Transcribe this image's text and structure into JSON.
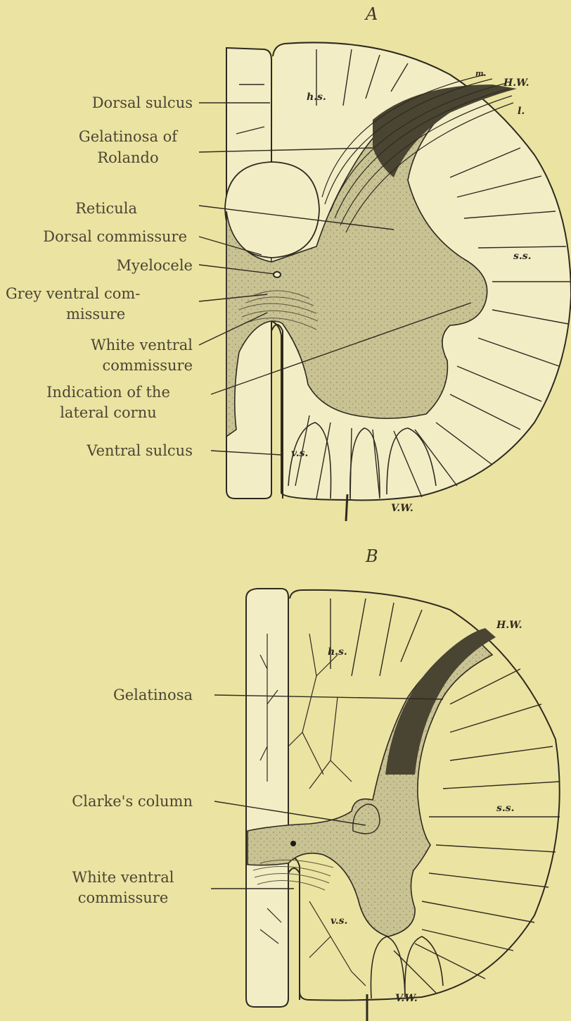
{
  "panels": [
    {
      "id": "A",
      "letter": "A",
      "labels": [
        "Dorsal sulcus",
        "Gelatinosa of",
        "Rolando",
        "Reticula",
        "Dorsal commissure",
        "Myelocele",
        "Grey ventral com-",
        "missure",
        "White ventral",
        "commissure",
        "Indication of the",
        "lateral cornu",
        "Ventral sulcus"
      ],
      "abbreviations": {
        "hs": "h.s.",
        "hw": "H.W.",
        "m": "m.",
        "l": "l.",
        "ss": "s.s.",
        "vs": "v.s.",
        "vw": "V.W."
      }
    },
    {
      "id": "B",
      "letter": "B",
      "labels": [
        "Gelatinosa",
        "Clarke's column",
        "White ventral",
        "commissure"
      ],
      "abbreviations": {
        "hs": "h.s.",
        "hw": "H.W.",
        "ss": "s.s.",
        "vs": "v.s.",
        "vw": "V.W."
      }
    }
  ],
  "colors": {
    "background": "#ebe3a1",
    "ink": "#2e2a20",
    "grey_matter": "#c8c195"
  }
}
